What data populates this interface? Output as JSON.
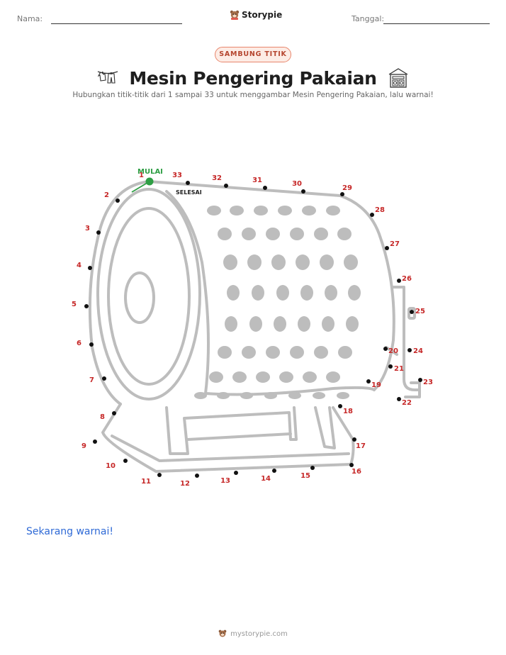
{
  "header": {
    "name_label": "Nama:",
    "date_label": "Tanggal:",
    "brand": "Storypie",
    "brand_icon": "bear-mascot-icon"
  },
  "badge": "SAMBUNG TITIK",
  "title": "Mesin Pengering Pakaian",
  "title_icons": [
    "clothesline-icon",
    "laundromat-icon"
  ],
  "subtitle": "Hubungkan titik-titik dari 1 sampai 33 untuk menggambar Mesin Pengering Pakaian, lalu warnai!",
  "puzzle": {
    "start_label": "MULAI",
    "end_label": "SELESAI",
    "dot_numbers": [
      "1",
      "2",
      "3",
      "4",
      "5",
      "6",
      "7",
      "8",
      "9",
      "10",
      "11",
      "12",
      "13",
      "14",
      "15",
      "16",
      "17",
      "18",
      "19",
      "20",
      "21",
      "22",
      "23",
      "24",
      "25",
      "26",
      "27",
      "28",
      "29",
      "30",
      "31",
      "32",
      "33"
    ],
    "dot_color": "#111111",
    "number_color": "#c62828",
    "start_color": "#2e9e44",
    "drawing_color": "#bdbdbd"
  },
  "cta": "Sekarang warnai!",
  "footer": {
    "site": "mystorypie.com"
  },
  "colors": {
    "accent": "#e8866c",
    "link": "#2f6ad6"
  }
}
